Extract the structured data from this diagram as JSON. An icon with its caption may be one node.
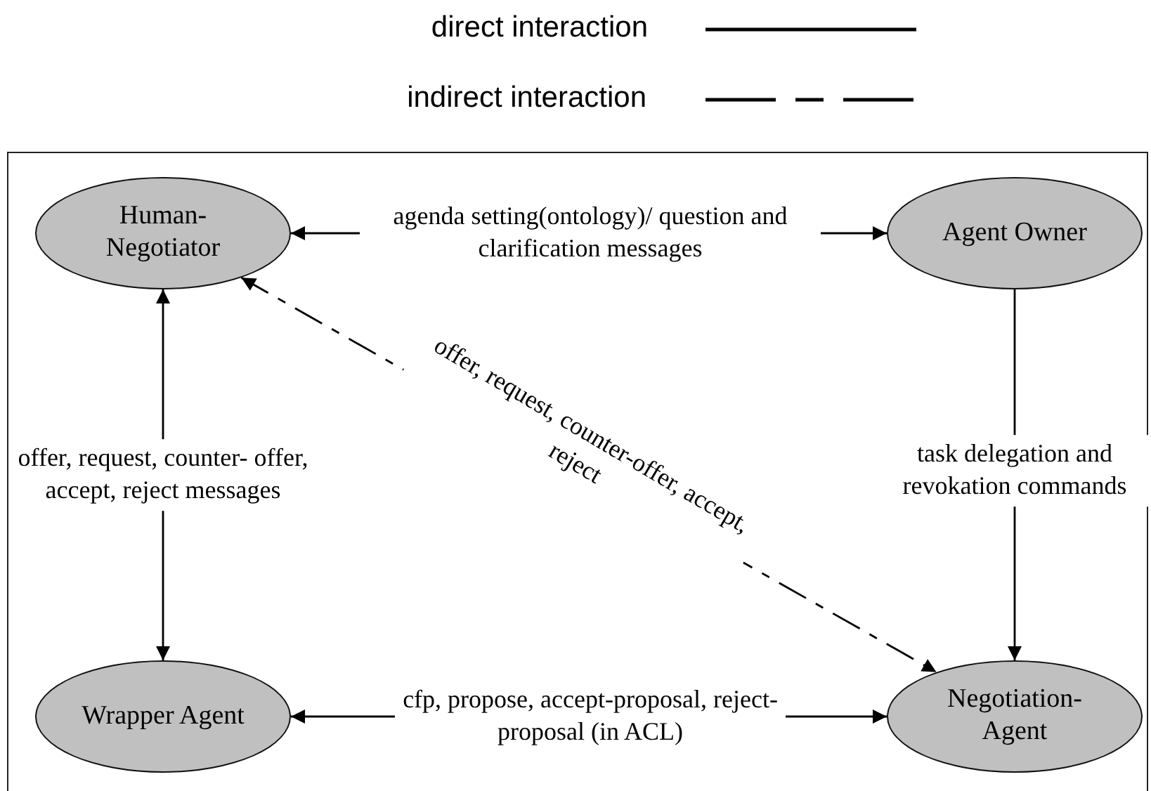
{
  "diagram": {
    "nodes": [
      {
        "text": [
          "Human- Negotiator"
        ]
      },
      {
        "text": [
          "Agent Owner"
        ]
      },
      {
        "text": [
          "Wrapper Agent"
        ]
      },
      {
        "text": [
          "Negotiation- Agent"
        ]
      }
    ],
    "edges": [
      {
        "from": 0,
        "to": 1,
        "arrow": "both",
        "label": "agenda setting(ontology)/ question and clarification messages"
      },
      {
        "from": 2,
        "to": 0,
        "arrow": "both",
        "label": "offer, request, counter- offer,  accept, reject messages"
      },
      {
        "from": 1,
        "to": 3,
        "arrow": "to",
        "label": "task delegation and revokation commands"
      },
      {
        "from": 2,
        "to": 3,
        "arrow": "both",
        "label": "cfp, propose, accept-proposal, reject-proposal (in ACL)"
      },
      {
        "from": 0,
        "to": 3,
        "arrow": "both",
        "style": "dashed",
        "label": "offer, request, counter-offer, accept, reject"
      }
    ],
    "legend": [
      {
        "text": "direct interaction"
      },
      {
        "text": "indirect interaction"
      }
    ]
  }
}
